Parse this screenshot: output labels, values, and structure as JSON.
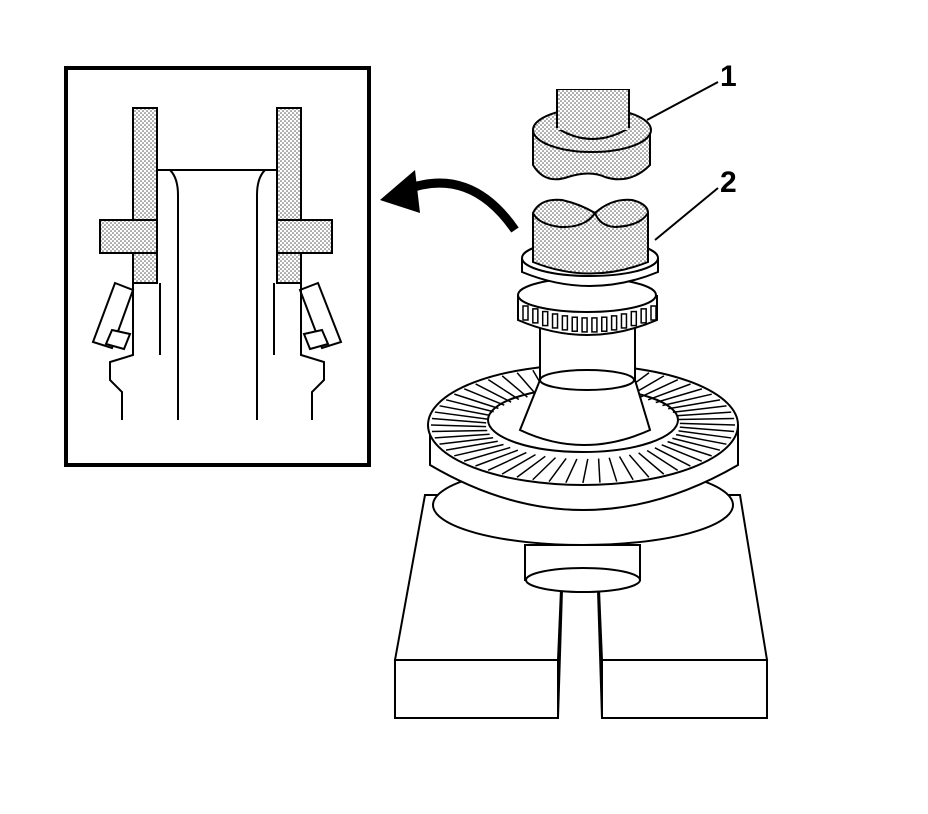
{
  "callouts": [
    {
      "id": "1",
      "label": "1"
    },
    {
      "id": "2",
      "label": "2"
    }
  ],
  "colors": {
    "line": "#000000",
    "background": "#ffffff",
    "stipple": "#9a9a9a"
  },
  "figure": {
    "inset_view": "bearing-seating-detail",
    "parts": [
      "press-ram",
      "bearing-installer",
      "pinion-bearing",
      "ring-gear-carrier",
      "support-blocks"
    ]
  }
}
